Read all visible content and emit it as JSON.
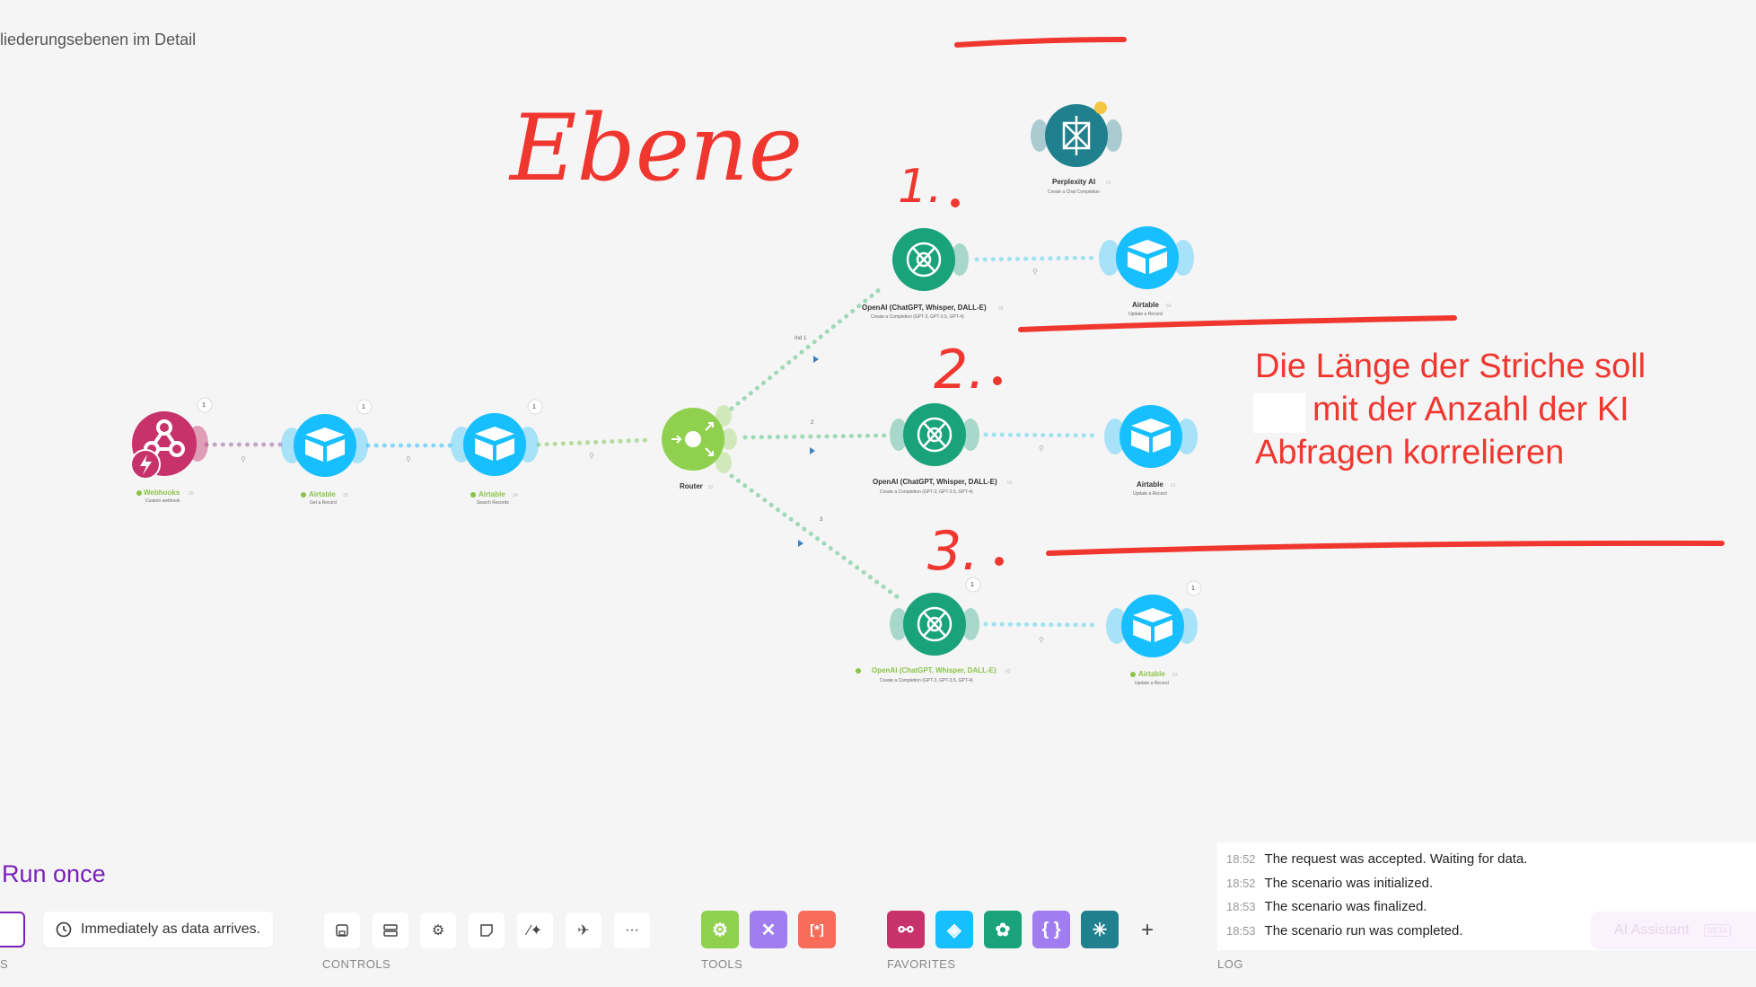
{
  "breadcrumb": "liederungsebenen im Detail",
  "annotations": {
    "heading": "Ebene",
    "level1": "1.",
    "level2": "2.",
    "level3": "3.",
    "note_lines": [
      "Die Länge der Striche soll",
      "mit der Anzahl der KI",
      "Abfragen korrelieren"
    ],
    "color": "#f0372f"
  },
  "modules": {
    "webhooks": {
      "title": "Webhooks",
      "id": "28",
      "subtitle": "Custom webhook",
      "badge": "1",
      "status": "ok"
    },
    "airtable_get": {
      "title": "Airtable",
      "id": "30",
      "subtitle": "Get a Record",
      "badge": "1",
      "status": "ok"
    },
    "airtable_search": {
      "title": "Airtable",
      "id": "34",
      "subtitle": "Search Records",
      "badge": "1",
      "status": "ok"
    },
    "router": {
      "title": "Router",
      "id": "52",
      "subtitle": ""
    },
    "perplexity": {
      "title": "Perplexity AI",
      "id": "61",
      "subtitle": "Create a Chat Completion"
    },
    "openai_1": {
      "title": "OpenAI (ChatGPT, Whisper, DALL-E)",
      "id": "58",
      "subtitle": "Create a Completion (GPT-3, GPT-3.5, GPT-4)"
    },
    "airtable_1": {
      "title": "Airtable",
      "id": "59",
      "subtitle": "Update a Record"
    },
    "openai_2": {
      "title": "OpenAI (ChatGPT, Whisper, DALL-E)",
      "id": "60",
      "subtitle": "Create a Completion (GPT-3, GPT-3.5, GPT-4)"
    },
    "airtable_2": {
      "title": "Airtable",
      "id": "61",
      "subtitle": "Update a Record"
    },
    "openai_3": {
      "title": "OpenAI (ChatGPT, Whisper, DALL-E)",
      "id": "62",
      "subtitle": "Create a Completion (GPT-3, GPT-3.5, GPT-4)",
      "badge": "1",
      "status": "ok"
    },
    "airtable_3": {
      "title": "Airtable",
      "id": "63",
      "subtitle": "Update a Record",
      "badge": "1",
      "status": "ok"
    }
  },
  "routes": {
    "r1": "Ind 1",
    "r2": "2",
    "r3": "3"
  },
  "run_once": "Run once",
  "schedule": "Immediately as data arrives.",
  "sections": {
    "controls": "CONTROLS",
    "tools": "TOOLS",
    "favorites": "FAVORITES",
    "log": "LOG",
    "left": "S"
  },
  "log": [
    {
      "time": "18:52",
      "text": "The request was accepted. Waiting for data."
    },
    {
      "time": "18:52",
      "text": "The scenario was initialized."
    },
    {
      "time": "18:53",
      "text": "The scenario was finalized."
    },
    {
      "time": "18:53",
      "text": "The scenario run was completed."
    }
  ],
  "ai_assistant": {
    "label": "AI Assistant",
    "beta": "BETA"
  },
  "colors": {
    "airtable": "#18bfff",
    "openai": "#1aa37a",
    "router": "#8fd14f",
    "webhooks": "#c7326b",
    "perplexity": "#20808d",
    "tools_green": "#8fd14f",
    "tools_purple": "#a07df0",
    "tools_orange": "#f86d5a"
  },
  "icons": [
    "save-icon",
    "layout-icon",
    "gear-icon",
    "note-icon",
    "magic-wand-icon",
    "airplane-icon",
    "more-icon",
    "clock-icon",
    "plus-icon"
  ]
}
